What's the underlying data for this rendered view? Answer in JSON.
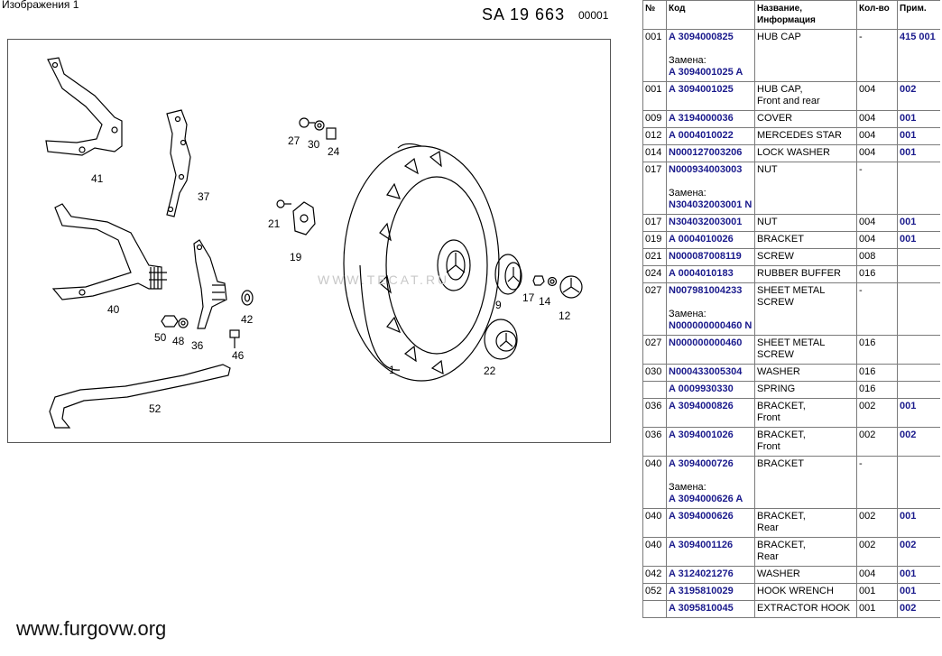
{
  "header": {
    "image_title": "Изображения  1",
    "sa_code": "SA  19 663",
    "sa_number": "00001"
  },
  "watermark": "WWW.TECAT.RU",
  "footer_url": "www.furgovw.org",
  "diagram": {
    "labels": [
      "41",
      "37",
      "27",
      "30",
      "24",
      "21",
      "19",
      "40",
      "50",
      "48",
      "36",
      "42",
      "46",
      "52",
      "1",
      "9",
      "17",
      "14",
      "12",
      "22"
    ]
  },
  "table": {
    "headers": {
      "no": "№",
      "code": "Код",
      "name": "Название, Информация",
      "qty": "Кол-во",
      "pr": "Прим."
    },
    "replacement_label": "Замена:",
    "rows": [
      {
        "no": "001",
        "code": "A 3094000825",
        "replacement": "A 3094001025 A",
        "name": "HUB CAP",
        "qty": "-",
        "pr": "415 001"
      },
      {
        "no": "001",
        "code": "A 3094001025",
        "name": "HUB CAP,",
        "name2": "Front and rear",
        "qty": "004",
        "pr": "002"
      },
      {
        "no": "009",
        "code": "A 3194000036",
        "name": "COVER",
        "qty": "004",
        "pr": "001"
      },
      {
        "no": "012",
        "code": "A 0004010022",
        "name": "MERCEDES STAR",
        "qty": "004",
        "pr": "001"
      },
      {
        "no": "014",
        "code": "N000127003206",
        "name": "LOCK WASHER",
        "qty": "004",
        "pr": "001"
      },
      {
        "no": "017",
        "code": "N000934003003",
        "replacement": "N304032003001 N",
        "name": "NUT",
        "qty": "-",
        "pr": ""
      },
      {
        "no": "017",
        "code": "N304032003001",
        "name": "NUT",
        "qty": "004",
        "pr": "001"
      },
      {
        "no": "019",
        "code": "A 0004010026",
        "name": "BRACKET",
        "qty": "004",
        "pr": "001"
      },
      {
        "no": "021",
        "code": "N000087008119",
        "name": "SCREW",
        "qty": "008",
        "pr": ""
      },
      {
        "no": "024",
        "code": "A 0004010183",
        "name": "RUBBER BUFFER",
        "qty": "016",
        "pr": ""
      },
      {
        "no": "027",
        "code": "N007981004233",
        "replacement": "N000000000460 N",
        "name": "SHEET METAL SCREW",
        "qty": "-",
        "pr": ""
      },
      {
        "no": "027",
        "code": "N000000000460",
        "name": "SHEET METAL SCREW",
        "qty": "016",
        "pr": ""
      },
      {
        "no": "030",
        "code": "N000433005304",
        "name": "WASHER",
        "qty": "016",
        "pr": ""
      },
      {
        "no": "",
        "code": "A 0009930330",
        "name": "SPRING",
        "qty": "016",
        "pr": ""
      },
      {
        "no": "036",
        "code": "A 3094000826",
        "name": "BRACKET,",
        "name2": "Front",
        "qty": "002",
        "pr": "001"
      },
      {
        "no": "036",
        "code": "A 3094001026",
        "name": "BRACKET,",
        "name2": "Front",
        "qty": "002",
        "pr": "002"
      },
      {
        "no": "040",
        "code": "A 3094000726",
        "replacement": "A 3094000626 A",
        "name": "BRACKET",
        "qty": "-",
        "pr": ""
      },
      {
        "no": "040",
        "code": "A 3094000626",
        "name": "BRACKET,",
        "name2": "Rear",
        "qty": "002",
        "pr": "001"
      },
      {
        "no": "040",
        "code": "A 3094001126",
        "name": "BRACKET,",
        "name2": "Rear",
        "qty": "002",
        "pr": "002"
      },
      {
        "no": "042",
        "code": "A 3124021276",
        "name": "WASHER",
        "qty": "004",
        "pr": "001"
      },
      {
        "no": "052",
        "code": "A 3195810029",
        "name": "HOOK WRENCH",
        "qty": "001",
        "pr": "001"
      },
      {
        "no": "",
        "code": "A 3095810045",
        "name": "EXTRACTOR HOOK",
        "qty": "001",
        "pr": "002"
      }
    ]
  }
}
